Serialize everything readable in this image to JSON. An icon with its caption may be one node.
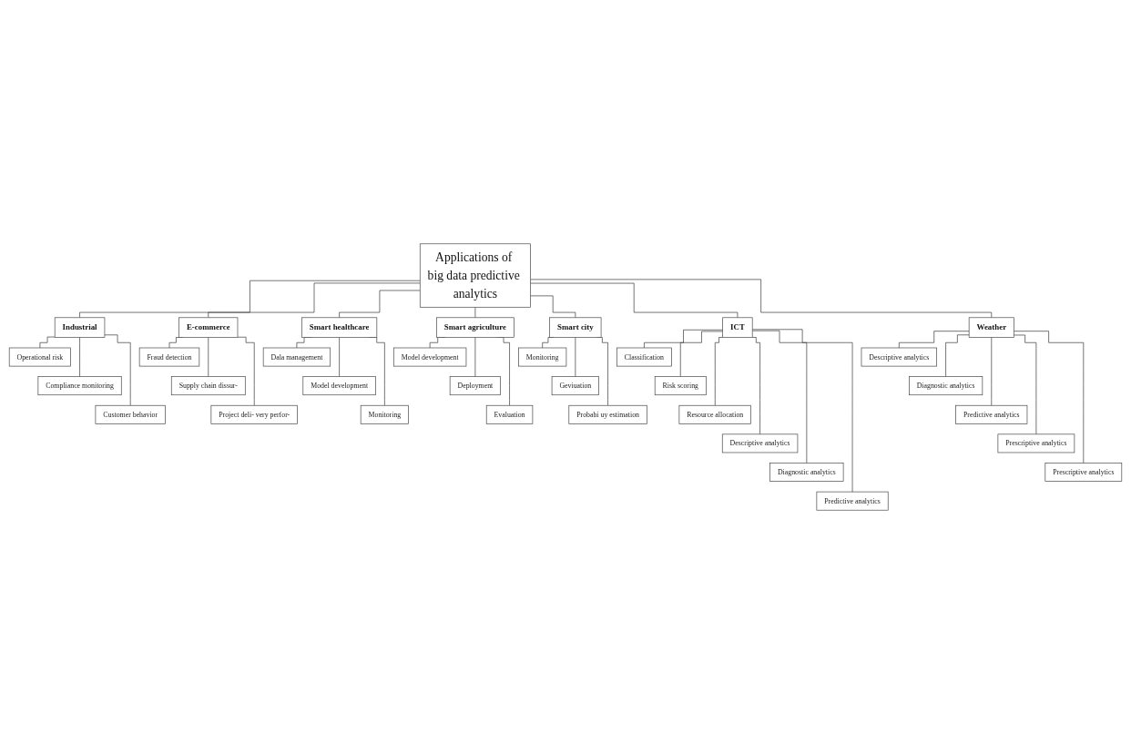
{
  "diagram": {
    "nodes": [
      {
        "text": [
          "Applications of big data predictive analytics"
        ]
      },
      {
        "text": [
          "Industrial"
        ]
      },
      {
        "text": [
          "E-commerce"
        ]
      },
      {
        "text": [
          "Smart healthcare"
        ]
      },
      {
        "text": [
          "Smart agriculture"
        ]
      },
      {
        "text": [
          "Smart city"
        ]
      },
      {
        "text": [
          "ICT"
        ]
      },
      {
        "text": [
          "Weather"
        ]
      },
      {
        "text": [
          "Operational risk"
        ]
      },
      {
        "text": [
          "Compliance monitoring"
        ]
      },
      {
        "text": [
          "Customer behavior"
        ]
      },
      {
        "text": [
          "Fraud detection"
        ]
      },
      {
        "text": [
          "Supply chain dissur-"
        ]
      },
      {
        "text": [
          "Project deli- very perfor-"
        ]
      },
      {
        "text": [
          "Dala management"
        ]
      },
      {
        "text": [
          "Model development"
        ]
      },
      {
        "text": [
          "Monitoring"
        ]
      },
      {
        "text": [
          "Model development"
        ]
      },
      {
        "text": [
          "Deployment"
        ]
      },
      {
        "text": [
          "Evaluation"
        ]
      },
      {
        "text": [
          "Monitoring"
        ]
      },
      {
        "text": [
          "Geviuation"
        ]
      },
      {
        "text": [
          "Probabi uy estimation"
        ]
      },
      {
        "text": [
          "Classification"
        ]
      },
      {
        "text": [
          "Risk scoring"
        ]
      },
      {
        "text": [
          "Resource allocation"
        ]
      },
      {
        "text": [
          "Descriptive analytics"
        ]
      },
      {
        "text": [
          "Diagnostic analytics"
        ]
      },
      {
        "text": [
          "Predictive analytics"
        ]
      },
      {
        "text": [
          "Descriptive analytics"
        ]
      },
      {
        "text": [
          "Diagnostic analytics"
        ]
      },
      {
        "text": [
          "Predictive analytics"
        ]
      },
      {
        "text": [
          "Prescriptive analytics"
        ]
      },
      {
        "text": [
          "Prescriptive analytics"
        ]
      }
    ],
    "edges": [
      {
        "from": 0,
        "to": 1,
        "arrow": "none"
      },
      {
        "from": 0,
        "to": 2,
        "arrow": "none"
      },
      {
        "from": 0,
        "to": 3,
        "arrow": "none"
      },
      {
        "from": 0,
        "to": 4,
        "arrow": "none"
      },
      {
        "from": 0,
        "to": 5,
        "arrow": "none"
      },
      {
        "from": 0,
        "to": 6,
        "arrow": "none"
      },
      {
        "from": 0,
        "to": 7,
        "arrow": "none"
      },
      {
        "from": 1,
        "to": 8,
        "arrow": "none"
      },
      {
        "from": 1,
        "to": 9,
        "arrow": "none"
      },
      {
        "from": 1,
        "to": 10,
        "arrow": "none"
      },
      {
        "from": 2,
        "to": 11,
        "arrow": "none"
      },
      {
        "from": 2,
        "to": 12,
        "arrow": "none"
      },
      {
        "from": 2,
        "to": 13,
        "arrow": "none"
      },
      {
        "from": 3,
        "to": 14,
        "arrow": "none"
      },
      {
        "from": 3,
        "to": 15,
        "arrow": "none"
      },
      {
        "from": 3,
        "to": 16,
        "arrow": "none"
      },
      {
        "from": 4,
        "to": 17,
        "arrow": "none"
      },
      {
        "from": 4,
        "to": 18,
        "arrow": "none"
      },
      {
        "from": 4,
        "to": 19,
        "arrow": "none"
      },
      {
        "from": 5,
        "to": 20,
        "arrow": "none"
      },
      {
        "from": 5,
        "to": 21,
        "arrow": "none"
      },
      {
        "from": 5,
        "to": 22,
        "arrow": "none"
      },
      {
        "from": 6,
        "to": 23,
        "arrow": "none"
      },
      {
        "from": 6,
        "to": 24,
        "arrow": "none"
      },
      {
        "from": 6,
        "to": 25,
        "arrow": "none"
      },
      {
        "from": 6,
        "to": 26,
        "arrow": "none"
      },
      {
        "from": 6,
        "to": 27,
        "arrow": "none"
      },
      {
        "from": 6,
        "to": 28,
        "arrow": "none"
      },
      {
        "from": 7,
        "to": 29,
        "arrow": "none"
      },
      {
        "from": 7,
        "to": 30,
        "arrow": "none"
      },
      {
        "from": 7,
        "to": 31,
        "arrow": "none"
      },
      {
        "from": 7,
        "to": 32,
        "arrow": "none"
      },
      {
        "from": 7,
        "to": 33,
        "arrow": "none"
      }
    ]
  }
}
